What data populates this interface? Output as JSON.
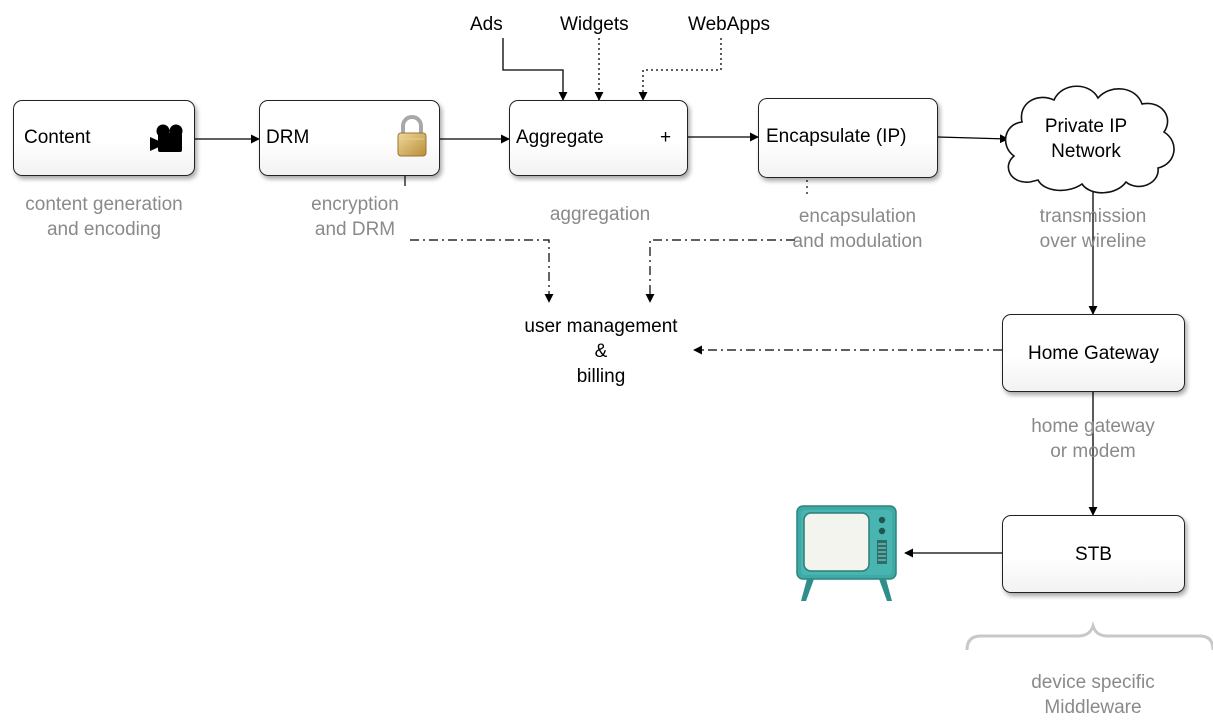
{
  "boxes": {
    "content": "Content",
    "drm": "DRM",
    "aggregate": "Aggregate",
    "aggregate_symbol": "+",
    "encapsulate": "Encapsulate (IP)",
    "network_line1": "Private IP",
    "network_line2": "Network",
    "home_gateway": "Home Gateway",
    "stb": "STB"
  },
  "inputs": {
    "ads": "Ads",
    "widgets": "Widgets",
    "webapps": "WebApps"
  },
  "captions": {
    "content_1": "content generation",
    "content_2": "and encoding",
    "drm_1": "encryption",
    "drm_2": "and DRM",
    "aggregation": "aggregation",
    "encapsulation_1": "encapsulation",
    "encapsulation_2": "and modulation",
    "transmission_1": "transmission",
    "transmission_2": "over wireline",
    "gateway_1": "home gateway",
    "gateway_2": "or modem",
    "middleware_1": "device specific",
    "middleware_2": "Middleware"
  },
  "user_management": {
    "line1": "user management",
    "line2": "&",
    "line3": "billing"
  },
  "icons": {
    "content": "film-camera-icon",
    "drm": "padlock-icon",
    "tv": "television-icon"
  },
  "colors": {
    "caption_gray": "#8a8a8a",
    "tv_teal": "#3fa9a5",
    "lock_gold": "#c9a24a"
  }
}
